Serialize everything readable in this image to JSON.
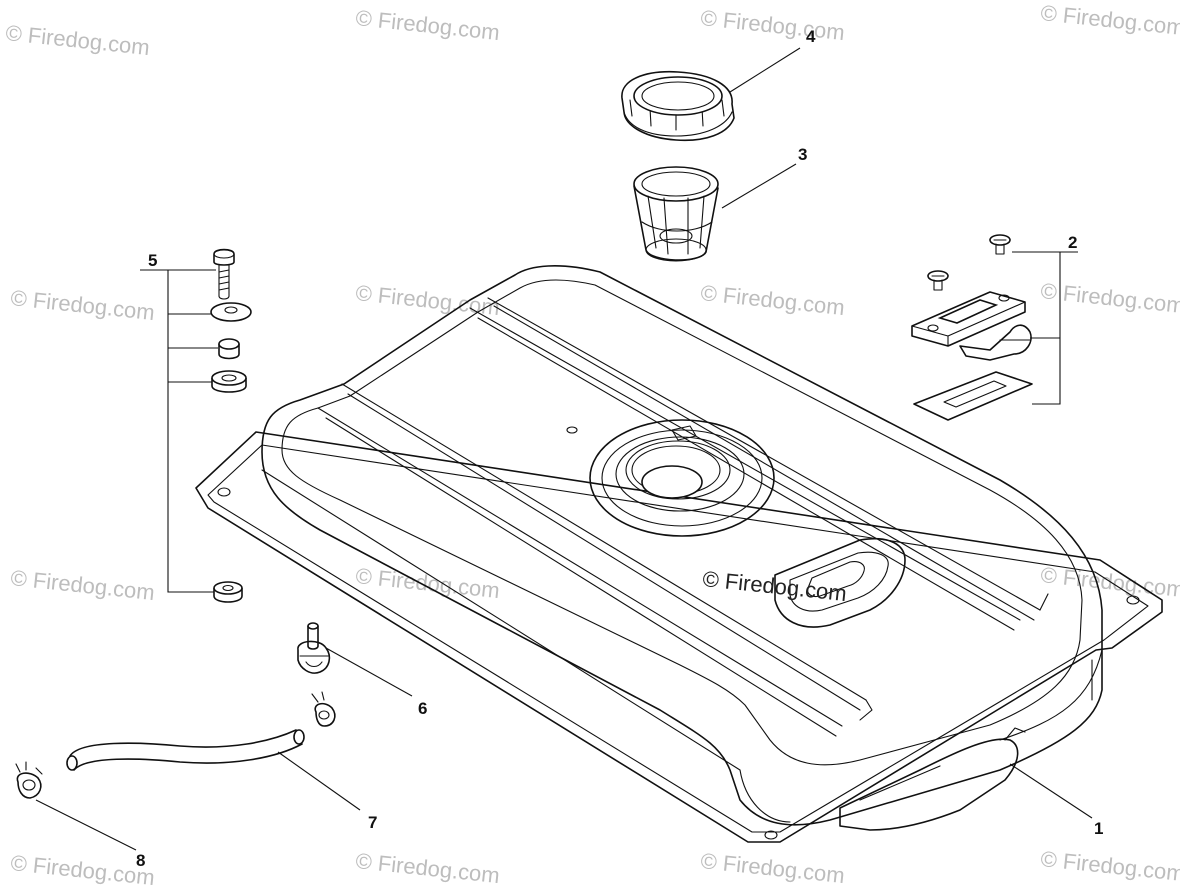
{
  "watermark": {
    "text": "© Firedog.com",
    "center_text": "© Firedog.com"
  },
  "callouts": [
    {
      "id": "1",
      "label": "1"
    },
    {
      "id": "2",
      "label": "2"
    },
    {
      "id": "3",
      "label": "3"
    },
    {
      "id": "4",
      "label": "4"
    },
    {
      "id": "5",
      "label": "5"
    },
    {
      "id": "6",
      "label": "6"
    },
    {
      "id": "7",
      "label": "7"
    },
    {
      "id": "8",
      "label": "8"
    }
  ]
}
